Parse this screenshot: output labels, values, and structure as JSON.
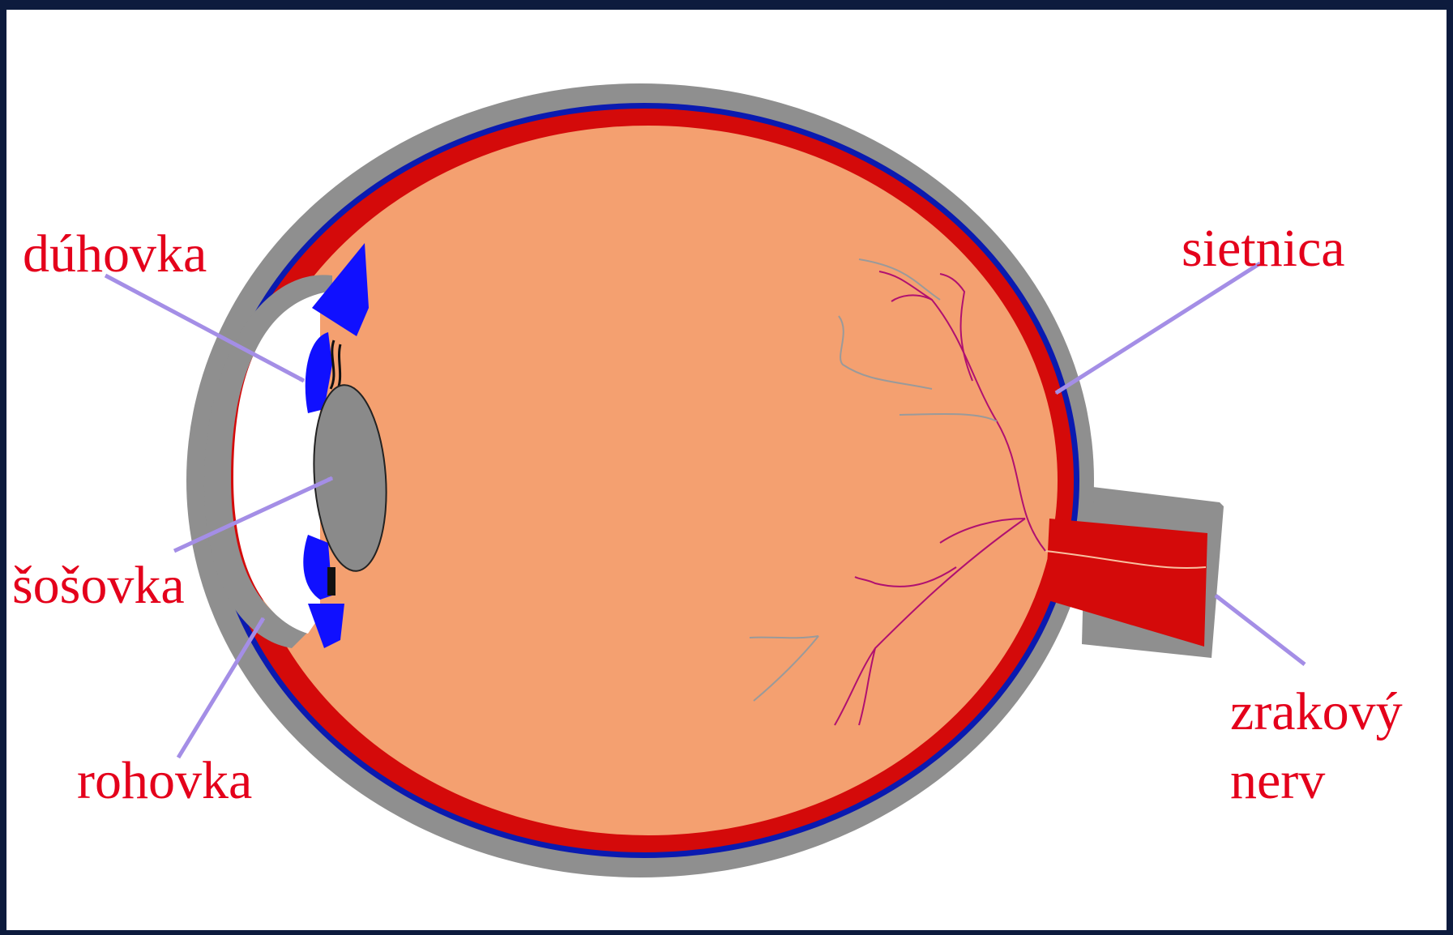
{
  "diagram": {
    "labels": {
      "iris": "dúhovka",
      "retina": "sietnica",
      "lens": "šošovka",
      "cornea": "rohovka",
      "optic_nerve_line1": "zrakový",
      "optic_nerve_line2": "nerv"
    }
  },
  "colors": {
    "frame": "#0d1b3d",
    "background": "#ffffff",
    "label_text": "#e4001b",
    "arrow": "#a48ee6",
    "sclera": "#8f8f8f",
    "choroid": "#0a1ab0",
    "retina": "#d40a0a",
    "vitreous": "#f4a070",
    "lens": "#8a8a8a",
    "iris": "#1010ff",
    "vessels": "#b01070"
  }
}
